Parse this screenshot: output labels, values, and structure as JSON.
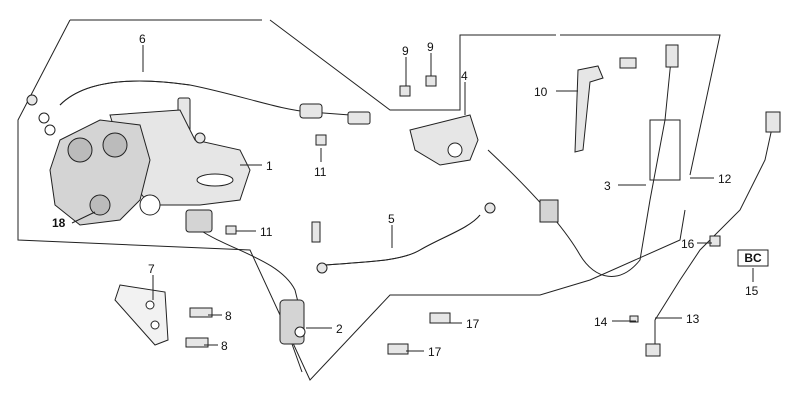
{
  "callouts": {
    "c1": "1",
    "c2": "2",
    "c3": "3",
    "c4": "4",
    "c5": "5",
    "c6": "6",
    "c7": "7",
    "c8a": "8",
    "c8b": "8",
    "c9a": "9",
    "c9b": "9",
    "c10": "10",
    "c11a": "11",
    "c11b": "11",
    "c12": "12",
    "c13": "13",
    "c14": "14",
    "c15": "15",
    "c16": "16",
    "c17a": "17",
    "c17b": "17",
    "c18": "18"
  },
  "badge_text": "BC",
  "colors": {
    "line": "#222222",
    "part_fill": "#e6e6e6",
    "part_dark": "#9a9a9a",
    "background": "#ffffff"
  }
}
